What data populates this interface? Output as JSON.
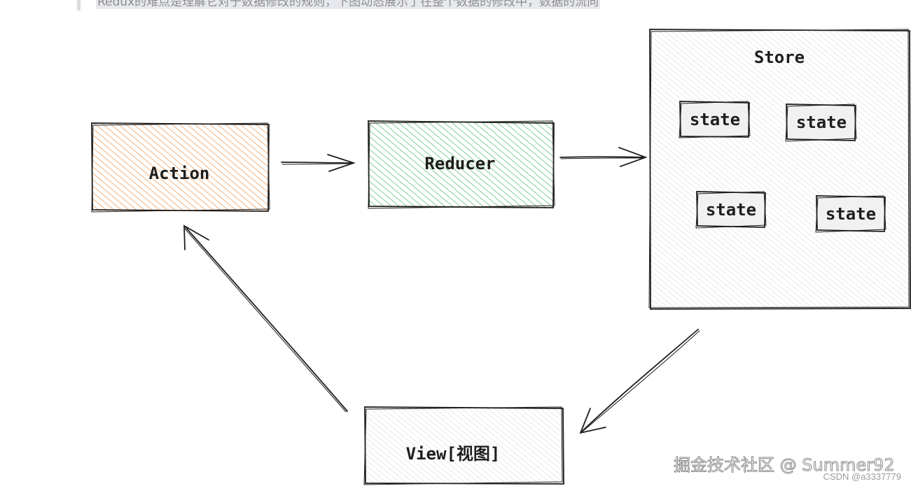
{
  "caption": "Redux的难点是理解它对于数据修改的规则，下图动态展示了在整个数据的修改中，数据的流向",
  "nodes": {
    "action": {
      "label": "Action",
      "color": "#f08c00"
    },
    "reducer": {
      "label": "Reducer",
      "color": "#2f9e44"
    },
    "store": {
      "label": "Store",
      "color": "#cfcfcf",
      "states": [
        "state",
        "state",
        "state",
        "state"
      ]
    },
    "view": {
      "label": "View[视图]",
      "color": "#cfcfcf"
    }
  },
  "watermark": "掘金技术社区 @ Summer92",
  "source_credit": "CSDN @a3337779"
}
